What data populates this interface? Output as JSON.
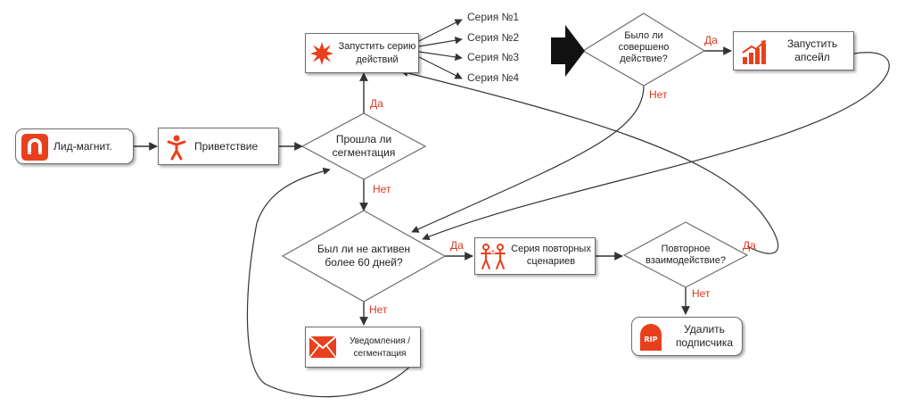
{
  "colors": {
    "accent": "#e8401c",
    "line": "#333333",
    "label": "#d9381e"
  },
  "nodes": {
    "lead_magnet": {
      "label": "Лид-магнит.",
      "icon": "magnet-icon"
    },
    "welcome": {
      "label": "Приветствие",
      "icon": "person-icon"
    },
    "segmentation_check": {
      "line1": "Прошла ли",
      "line2": "сегментация"
    },
    "launch_series": {
      "line1": "Запустить серию",
      "line2": "действий",
      "icon": "burst-icon"
    },
    "action_done": {
      "line1": "Было ли",
      "line2": "совершено",
      "line3": "действие?"
    },
    "upsell": {
      "line1": "Запустить",
      "line2": "апсейл",
      "icon": "growth-chart-icon"
    },
    "inactive_check": {
      "line1": "Был ли не активен",
      "line2": "более 60 дней?"
    },
    "repeat_series": {
      "line1": "Серия повторных",
      "line2": "сценариев",
      "icon": "people-icon"
    },
    "reengagement": {
      "line1": "Повторное",
      "line2": "взаимодействие?"
    },
    "notifications": {
      "line1": "Уведомления /",
      "line2": "сегментация",
      "icon": "envelope-icon"
    },
    "delete_subscriber": {
      "line1": "Удалить",
      "line2": "подписчика",
      "icon": "tombstone-icon",
      "icon_text": "RIP"
    }
  },
  "series": [
    "Серия №1",
    "Серия №2",
    "Серия №3",
    "Серия №4"
  ],
  "edge_labels": {
    "yes": "Да",
    "no": "Нет"
  }
}
